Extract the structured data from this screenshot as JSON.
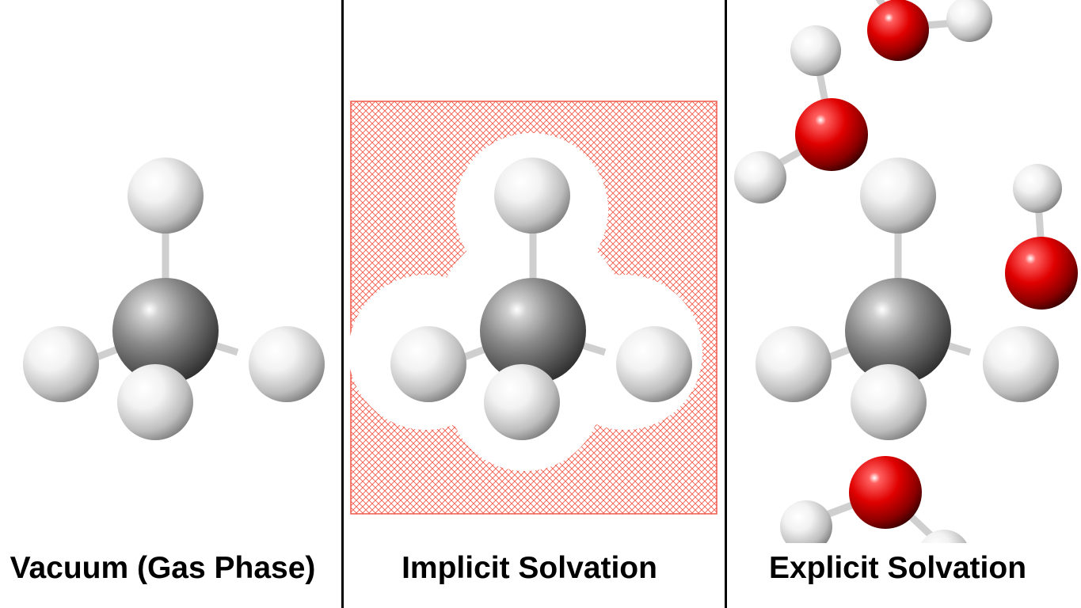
{
  "panels": [
    {
      "caption": "Vacuum (Gas Phase)"
    },
    {
      "caption": "Implicit Solvation"
    },
    {
      "caption": "Explicit Solvation"
    }
  ],
  "colors": {
    "carbon": "#8c8c8c",
    "hydrogen": "#e8e8e8",
    "oxygen": "#e00000",
    "solvent_mesh": "#f05a4a",
    "bond": "#d9d9d9",
    "divider": "#000000"
  }
}
